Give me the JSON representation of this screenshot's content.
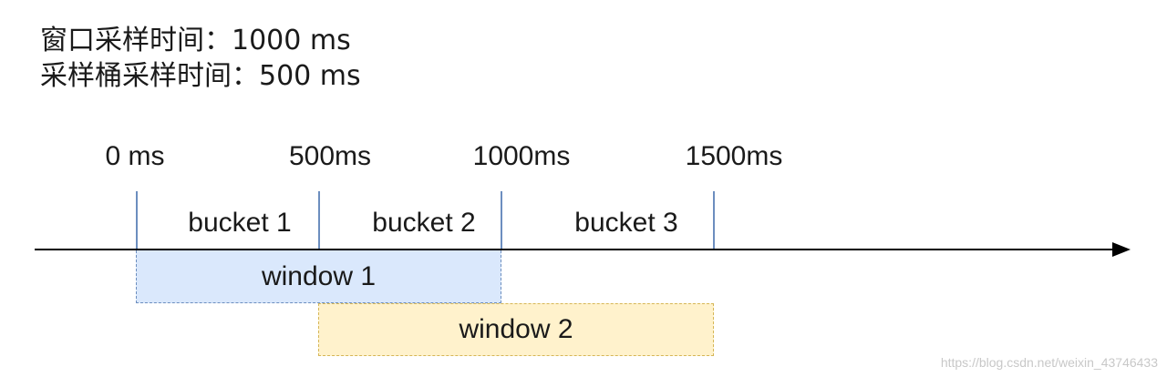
{
  "info": {
    "window_time": "窗口采样时间：1000 ms",
    "bucket_time": "采样桶采样时间：500 ms"
  },
  "timeline": {
    "ticks": [
      "0 ms",
      "500ms",
      "1000ms",
      "1500ms"
    ],
    "buckets": [
      "bucket 1",
      "bucket 2",
      "bucket 3"
    ]
  },
  "windows": [
    "window 1",
    "window 2"
  ],
  "colors": {
    "axis": "#000000",
    "tick": "#6c8ebf",
    "window1_fill": "#dae8fc",
    "window1_border": "#6c8ebf",
    "window2_fill": "#fff2cc",
    "window2_border": "#d6b656"
  },
  "watermark": "https://blog.csdn.net/weixin_43746433"
}
